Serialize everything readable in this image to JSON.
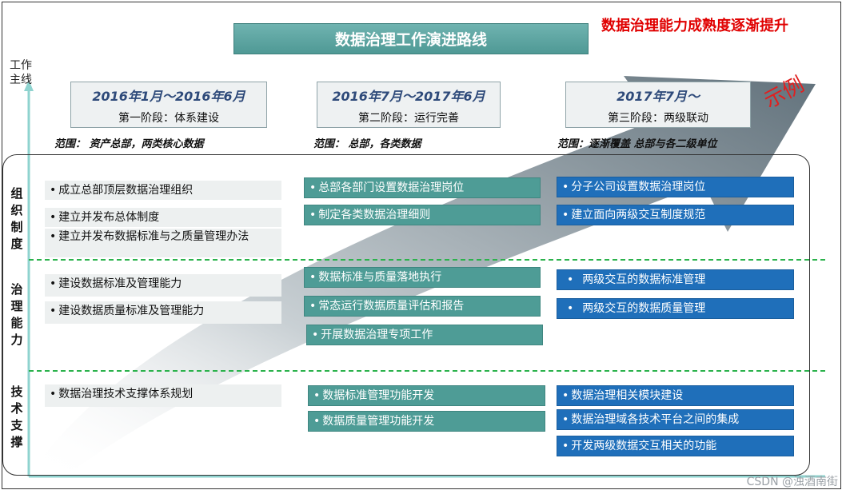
{
  "title": "数据治理工作演进路线",
  "headline": "数据治理能力成熟度逐渐提升",
  "example_label": "示例",
  "axis_label": "工作主线",
  "phases": [
    {
      "dates": "2016年1月～2016年6月",
      "name": "第一阶段：体系建设",
      "scope": "范围：         资产总部，两类核心数据"
    },
    {
      "dates": "2016年7月～2017年6月",
      "name": "第二阶段：运行完善",
      "scope": "范围：                     总部，各类数据"
    },
    {
      "dates": "2017年7月～",
      "name": "第三阶段：两级联动",
      "scope": "范围：逐渐覆盖                总部与各二级单位"
    }
  ],
  "rows": [
    {
      "label": "组织制度"
    },
    {
      "label": "治理能力"
    },
    {
      "label": "技术支撑"
    }
  ],
  "items": {
    "org_p1": [
      "成立总部顶层数据治理组织",
      "建立并发布总体制度",
      "建立并发布数据标准与之质量管理办法"
    ],
    "org_p2": [
      "总部各部门设置数据治理岗位",
      "制定各类数据治理细则"
    ],
    "org_p3": [
      "分子公司设置数据治理岗位",
      "建立面向两级交互制度规范"
    ],
    "cap_p1": [
      "建设数据标准及管理能力",
      "建设数据质量标准及管理能力"
    ],
    "cap_p2": [
      "数据标准与质量落地执行",
      "常态运行数据质量评估和报告",
      "开展数据治理专项工作"
    ],
    "cap_p3": [
      "两级交互的数据标准管理",
      "两级交互的数据质量管理"
    ],
    "tech_p1": [
      "数据治理技术支撑体系规划"
    ],
    "tech_p2": [
      "数据标准管理功能开发",
      "数据质量管理功能开发"
    ],
    "tech_p3": [
      "数据治理相关模块建设",
      "数据治理域各技术平台之间的集成",
      "开发两级数据交互相关的功能"
    ]
  },
  "bullet": "•",
  "watermark": "CSDN @浊酒南街",
  "colors": {
    "teal": "#4e9c96",
    "blue": "#1f6fba",
    "gray": "#edf0f0",
    "headline_red": "#e00000",
    "dash_green": "#2bb24c",
    "arrow_gray": "#6f7f88"
  }
}
